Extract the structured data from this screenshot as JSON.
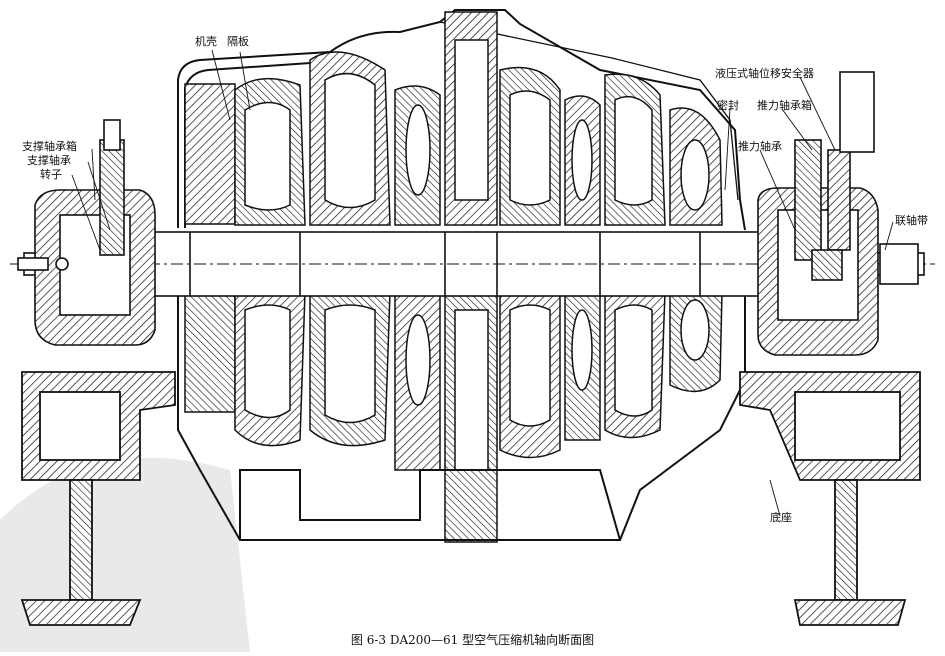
{
  "figure": {
    "caption": "图 6-3    DA200—61 型空气压缩机轴向断面图",
    "labels": {
      "casing": "机壳",
      "diaphragm": "隔板",
      "support_bearing_box": "支撑轴承箱",
      "support_bearing": "支撑轴承",
      "rotor": "转子",
      "hydraulic_safety": "液压式轴位移安全器",
      "seal": "密封",
      "thrust_bearing_box": "推力轴承箱",
      "thrust_bearing": "推力轴承",
      "coupling": "联轴带",
      "base": "底座"
    }
  }
}
